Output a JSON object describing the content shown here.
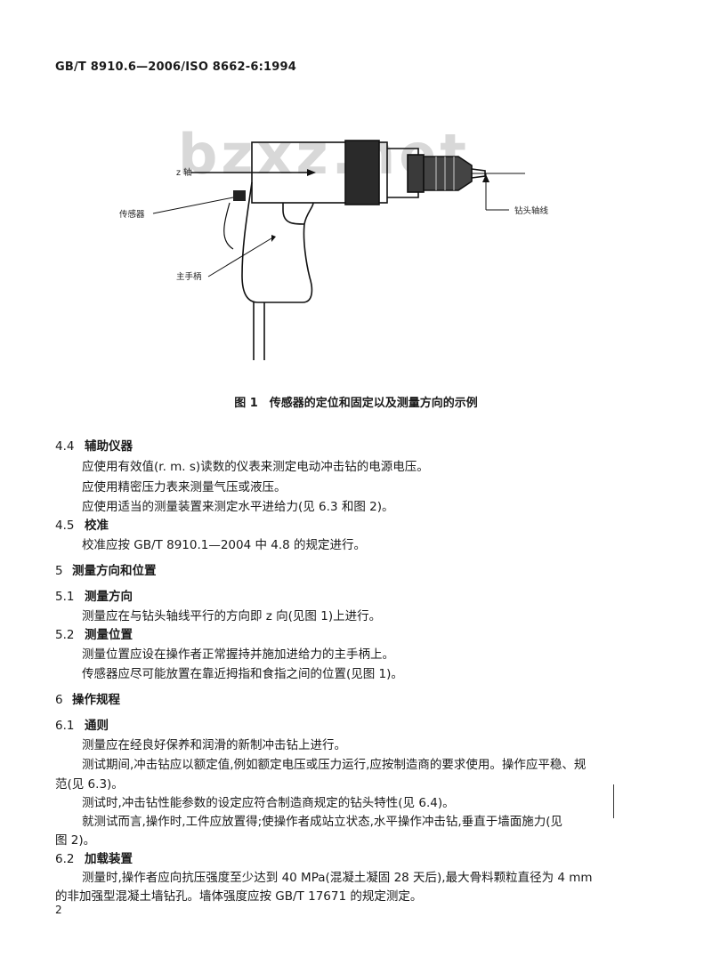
{
  "header": {
    "standard_code": "GB/T 8910.6—2006/ISO 8662-6:1994"
  },
  "figure": {
    "watermark": "bzxz.net",
    "labels": {
      "z_axis": "z 轴",
      "sensor": "传感器",
      "main_handle": "主手柄",
      "drill_axis": "钻头轴线"
    },
    "caption": "图 1　传感器的定位和固定以及测量方向的示例"
  },
  "sections": {
    "s4_4": {
      "number": "4.4",
      "title": "辅助仪器",
      "lines": [
        "应使用有效值(r. m. s)读数的仪表来测定电动冲击钻的电源电压。",
        "应使用精密压力表来测量气压或液压。",
        "应使用适当的测量装置来测定水平进给力(见 6.3 和图 2)。"
      ]
    },
    "s4_5": {
      "number": "4.5",
      "title": "校准",
      "lines": [
        "校准应按 GB/T 8910.1—2004 中 4.8 的规定进行。"
      ]
    },
    "s5": {
      "number": "5",
      "title": "测量方向和位置"
    },
    "s5_1": {
      "number": "5.1",
      "title": "测量方向",
      "lines": [
        "测量应在与钻头轴线平行的方向即 z 向(见图 1)上进行。"
      ]
    },
    "s5_2": {
      "number": "5.2",
      "title": "测量位置",
      "lines": [
        "测量位置应设在操作者正常握持并施加进给力的主手柄上。",
        "传感器应尽可能放置在靠近拇指和食指之间的位置(见图 1)。"
      ]
    },
    "s6": {
      "number": "6",
      "title": "操作规程"
    },
    "s6_1": {
      "number": "6.1",
      "title": "通则",
      "lines": [
        "测量应在经良好保养和润滑的新制冲击钻上进行。",
        "测试期间,冲击钻应以额定值,例如额定电压或压力运行,应按制造商的要求使用。操作应平稳、规",
        "范(见 6.3)。",
        "测试时,冲击钻性能参数的设定应符合制造商规定的钻头特性(见 6.4)。",
        "就测试而言,操作时,工件应放置得;使操作者成站立状态,水平操作冲击钻,垂直于墙面施力(见",
        "图 2)。"
      ]
    },
    "s6_2": {
      "number": "6.2",
      "title": "加载装置",
      "lines": [
        "测量时,操作者应向抗压强度至少达到 40 MPa(混凝土凝固 28 天后),最大骨料颗粒直径为 4 mm",
        "的非加强型混凝土墙钻孔。墙体强度应按 GB/T 17671 的规定测定。"
      ]
    }
  },
  "page_number": "2"
}
